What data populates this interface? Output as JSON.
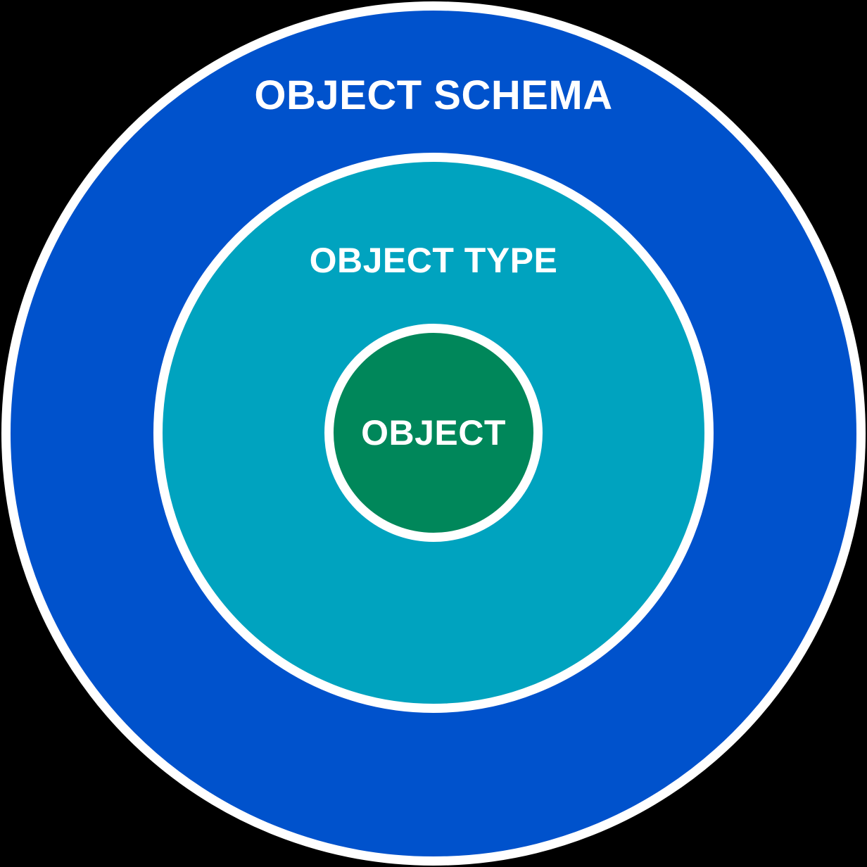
{
  "diagram": {
    "type": "nested-circles",
    "background_color": "#000000",
    "ring_border_color": "#FFFFFF",
    "label_color": "#FFFFFF",
    "rings": [
      {
        "id": "object-schema",
        "label": "OBJECT SCHEMA",
        "fill": "#0052CC"
      },
      {
        "id": "object-type",
        "label": "OBJECT TYPE",
        "fill": "#00A3BF"
      },
      {
        "id": "object",
        "label": "OBJECT",
        "fill": "#00875A"
      }
    ]
  }
}
